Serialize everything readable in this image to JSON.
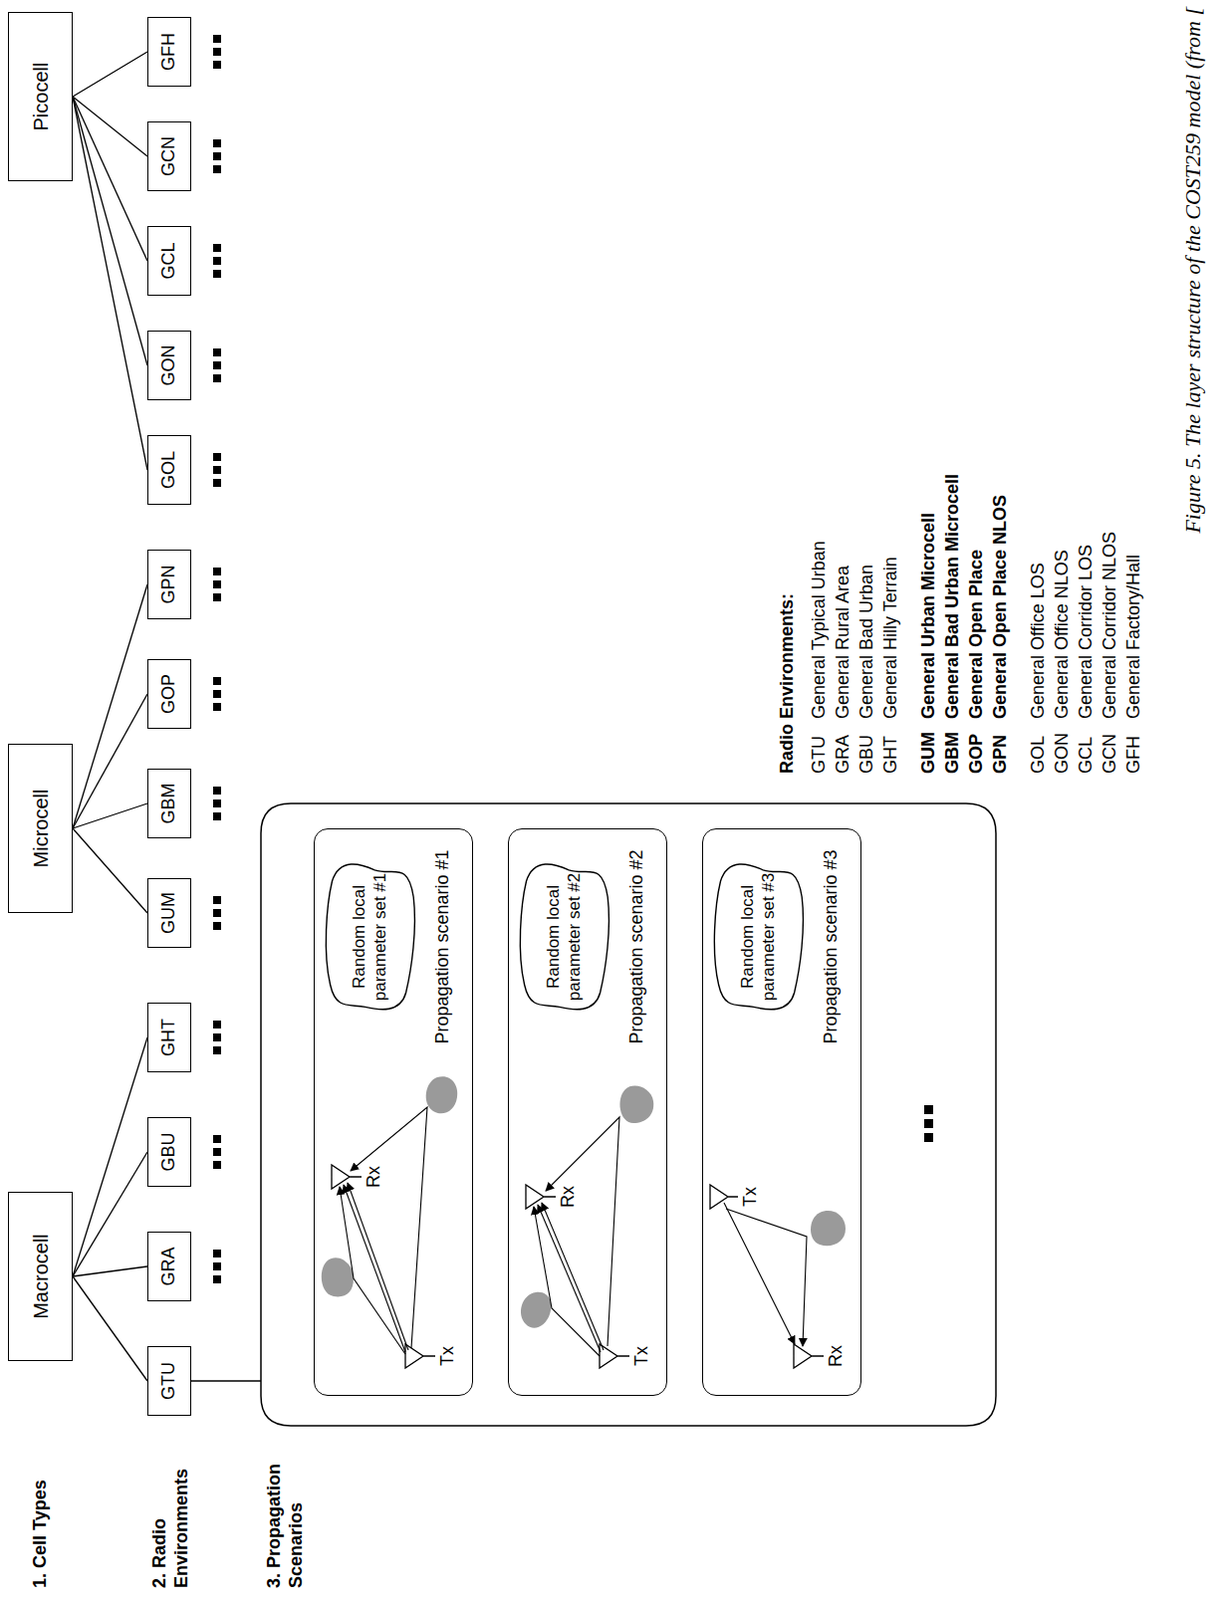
{
  "diagram": {
    "caption": "Figure 5. The layer structure of the COST259 model (from [",
    "nodes": [
      {
        "text": [
          "Macrocell"
        ]
      },
      {
        "text": [
          "Microcell"
        ]
      },
      {
        "text": [
          "Picocell"
        ]
      },
      {
        "text": [
          "GTU"
        ]
      },
      {
        "text": [
          "GRA"
        ]
      },
      {
        "text": [
          "GBU"
        ]
      },
      {
        "text": [
          "GHT"
        ]
      },
      {
        "text": [
          "GUM"
        ]
      },
      {
        "text": [
          "GBM"
        ]
      },
      {
        "text": [
          "GOP"
        ]
      },
      {
        "text": [
          "GPN"
        ]
      },
      {
        "text": [
          "GOL"
        ]
      },
      {
        "text": [
          "GON"
        ]
      },
      {
        "text": [
          "GCL"
        ]
      },
      {
        "text": [
          "GCN"
        ]
      },
      {
        "text": [
          "GFH"
        ]
      },
      {
        "text": [
          "Propagation scenario #1"
        ]
      },
      {
        "text": [
          "Random local parameter set #1"
        ],
        "in": 16
      },
      {
        "text": [
          "Propagation scenario #2"
        ]
      },
      {
        "text": [
          "Random local parameter set #2"
        ],
        "in": 18
      },
      {
        "text": [
          "Propagation scenario #3"
        ]
      },
      {
        "text": [
          "Random local parameter set #3"
        ],
        "in": 20
      }
    ],
    "edges": [
      {
        "from": 0,
        "to": 3,
        "arrow": "none"
      },
      {
        "from": 0,
        "to": 4,
        "arrow": "none"
      },
      {
        "from": 0,
        "to": 5,
        "arrow": "none"
      },
      {
        "from": 0,
        "to": 6,
        "arrow": "none"
      },
      {
        "from": 1,
        "to": 7,
        "arrow": "none"
      },
      {
        "from": 1,
        "to": 8,
        "arrow": "none"
      },
      {
        "from": 1,
        "to": 9,
        "arrow": "none"
      },
      {
        "from": 1,
        "to": 10,
        "arrow": "none"
      },
      {
        "from": 2,
        "to": 11,
        "arrow": "none"
      },
      {
        "from": 2,
        "to": 12,
        "arrow": "none"
      },
      {
        "from": 2,
        "to": 13,
        "arrow": "none"
      },
      {
        "from": 2,
        "to": 14,
        "arrow": "none"
      },
      {
        "from": 2,
        "to": 15,
        "arrow": "none"
      }
    ],
    "labels": [
      "1. Cell Types",
      "2. Radio Environments",
      "3. Propagation Scenarios",
      "Radio Environments:",
      "GTU",
      "General Typical Urban",
      "GRA",
      "General Rural Area",
      "GBU",
      "General Bad Urban",
      "GHT",
      "General Hilly Terrain",
      "GUM",
      "General Urban Microcell",
      "GBM",
      "General Bad Urban Microcell",
      "GOP",
      "General Open Place",
      "GPN",
      "General Open Place NLOS",
      "GOL",
      "General Office LOS",
      "GON",
      "General Office NLOS",
      "GCL",
      "General Corridor LOS",
      "GCN",
      "General Corridor NLOS",
      "GFH",
      "General Factory/Hall",
      "Tx",
      "Rx",
      "Tx",
      "Rx",
      "Tx",
      "Rx"
    ]
  }
}
